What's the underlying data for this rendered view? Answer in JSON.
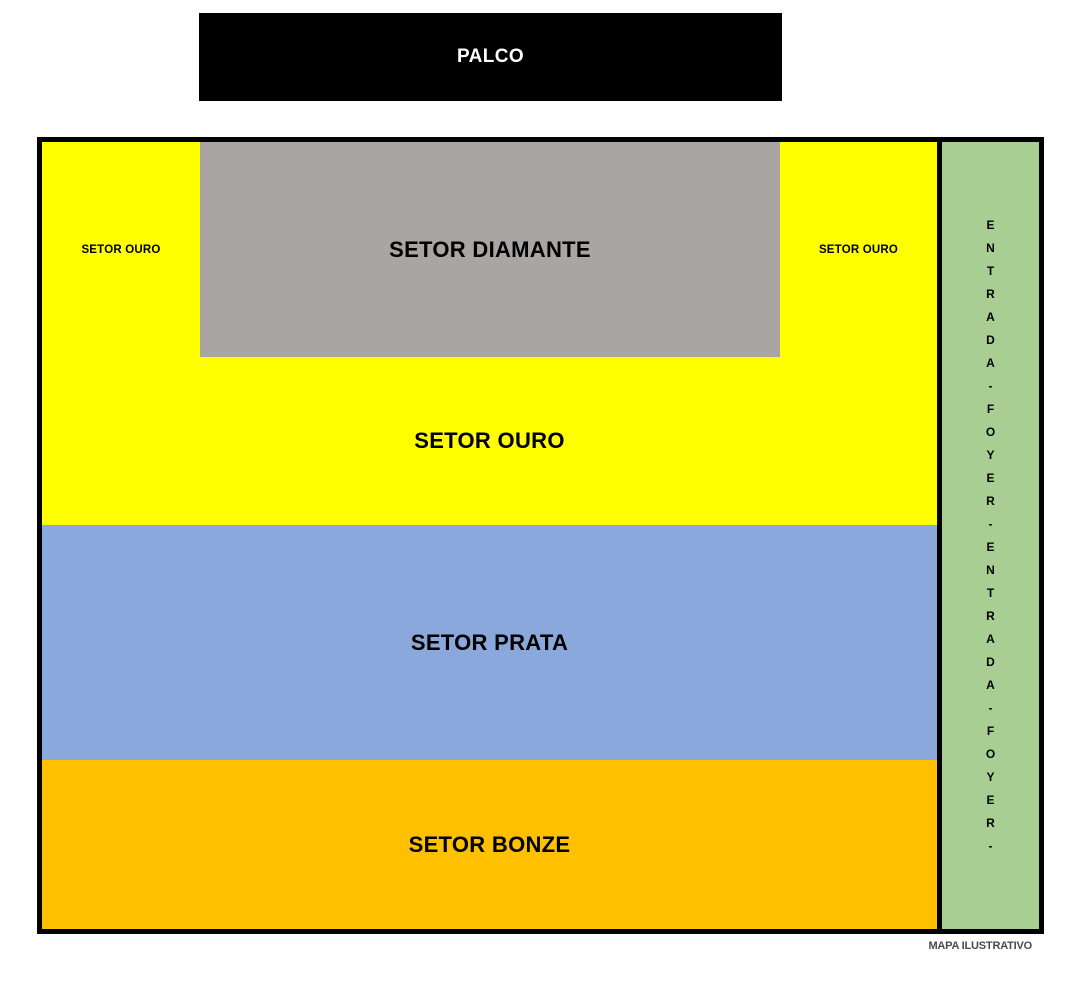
{
  "stage": {
    "label": "PALCO",
    "color": "#000000",
    "text_color": "#ffffff"
  },
  "map": {
    "border_color": "#000000",
    "caption": "MAPA ILUSTRATIVO"
  },
  "sectors": {
    "ouro_left": {
      "label": "SETOR OURO",
      "color": "#ffff00"
    },
    "diamante": {
      "label": "SETOR DIAMANTE",
      "color": "#a9a5a4"
    },
    "ouro_right": {
      "label": "SETOR OURO",
      "color": "#ffff00"
    },
    "ouro_main": {
      "label": "SETOR OURO",
      "color": "#ffff00"
    },
    "prata": {
      "label": "SETOR PRATA",
      "color": "#8aa8dc"
    },
    "bonze": {
      "label": "SETOR BONZE",
      "color": "#ffc000"
    }
  },
  "foyer": {
    "color": "#a9ce94",
    "text": "ENTRADA - FOYER - ENTRADA - FOYER -",
    "letters": [
      "E",
      "N",
      "T",
      "R",
      "A",
      "D",
      "A",
      "-",
      "F",
      "O",
      "Y",
      "E",
      "R",
      "-",
      "E",
      "N",
      "T",
      "R",
      "A",
      "D",
      "A",
      "-",
      "F",
      "O",
      "Y",
      "E",
      "R",
      "-"
    ]
  }
}
